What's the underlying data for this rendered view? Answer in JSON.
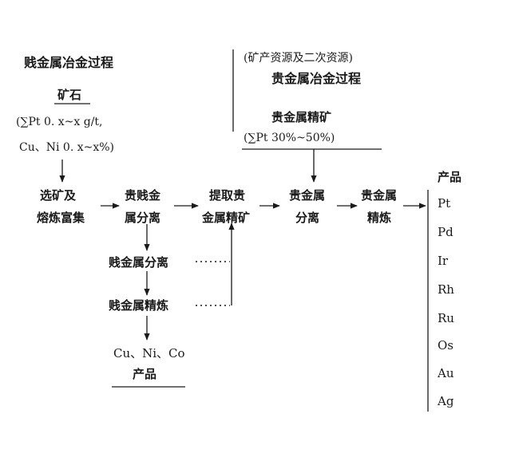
{
  "left_section": {
    "title": "贱金属冶金过程",
    "ore_label": "矿石",
    "ore_grade_line1": "(∑Pt  0. x~x  g/t,",
    "ore_grade_line2": "Cu、Ni  0. x~x%)"
  },
  "right_section": {
    "source_note": "(矿产资源及二次资源)",
    "title": "贵金属冶金过程",
    "concentrate_label": "贵金属精矿",
    "concentrate_grade": "(∑Pt  30%~50%)"
  },
  "process_steps": {
    "beneficiation_line1": "选矿及",
    "beneficiation_line2": "熔炼富集",
    "separation_line1": "贵贱金",
    "separation_line2": "属分离",
    "extraction_line1": "提取贵",
    "extraction_line2": "金属精矿",
    "pgm_separation_line1": "贵金属",
    "pgm_separation_line2": "分离",
    "pgm_refining_line1": "贵金属",
    "pgm_refining_line2": "精炼"
  },
  "base_metal_branch": {
    "separation": "贱金属分离",
    "refining": "贱金属精炼",
    "products_line1": "Cu、Ni、Co",
    "products_line2": "产品"
  },
  "products": {
    "title": "产品",
    "items": [
      "Pt",
      "Pd",
      "Ir",
      "Rh",
      "Ru",
      "Os",
      "Au",
      "Ag"
    ]
  },
  "colors": {
    "ink": "#1a1a1a",
    "background": "#ffffff"
  }
}
